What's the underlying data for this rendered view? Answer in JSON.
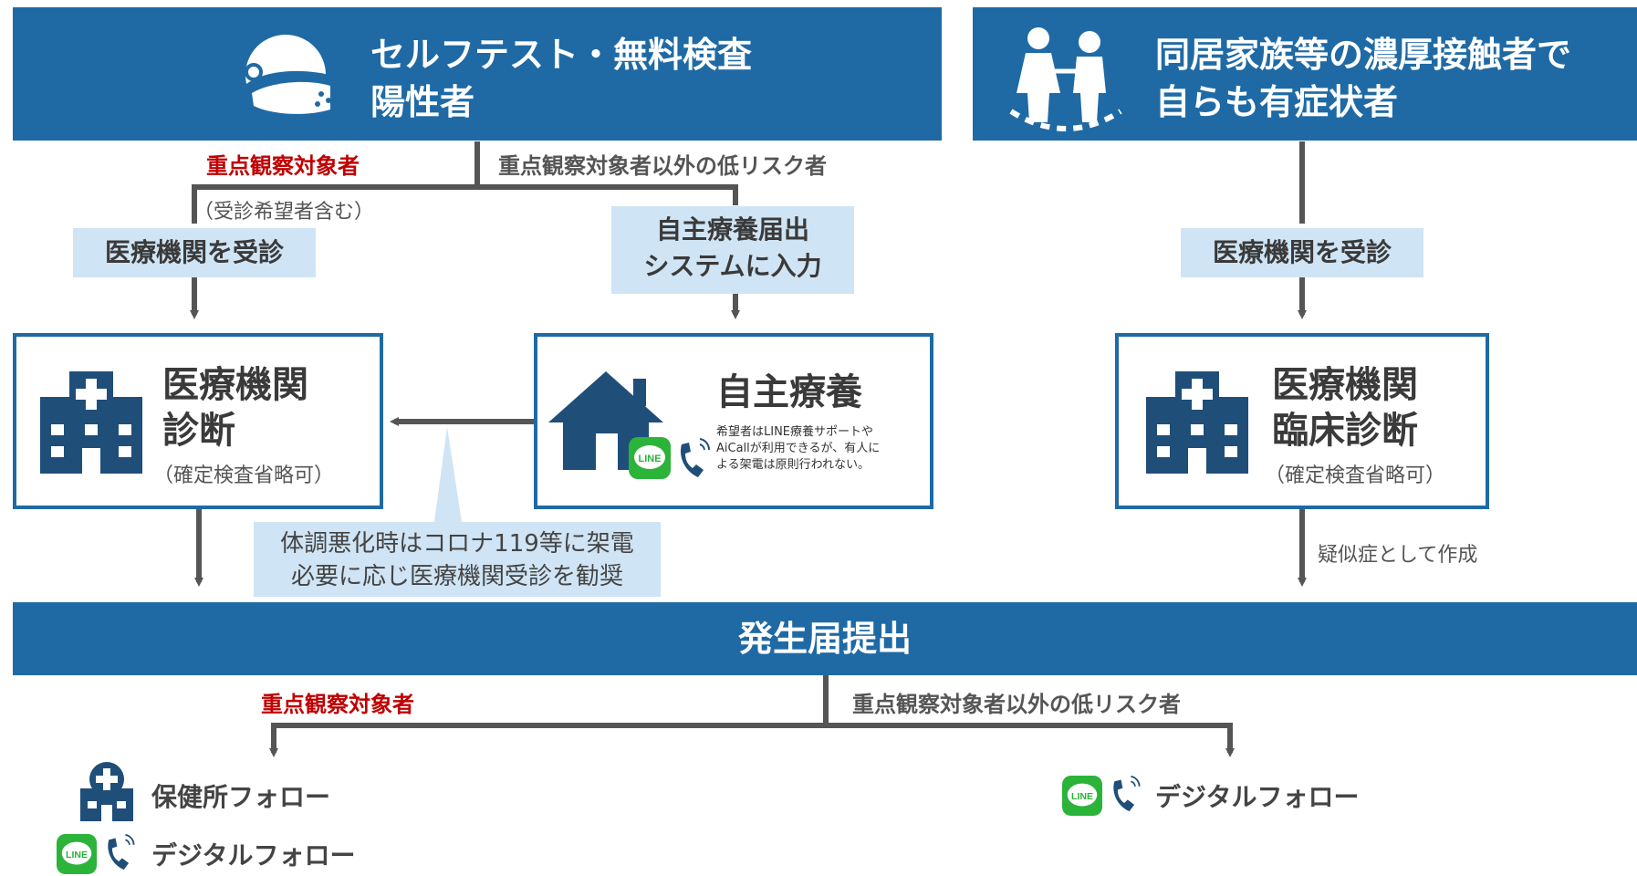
{
  "header_left": {
    "line1": "セルフテスト・無料検査",
    "line2": "陽性者",
    "icon": "masked-person-icon"
  },
  "header_right": {
    "line1": "同居家族等の濃厚接触者で",
    "line2": "自らも有症状者",
    "icon": "family-icon"
  },
  "branch_top": {
    "priority": "重点観察対象者",
    "low_risk": "重点観察対象者以外の低リスク者",
    "note": "（受診希望者含む）"
  },
  "steps": {
    "visit_left": "医療機関を受診",
    "register": {
      "line1": "自主療養届出",
      "line2": "システムに入力"
    },
    "visit_right": "医療機関を受診"
  },
  "box_diagnosis": {
    "line1": "医療機関",
    "line2": "診断",
    "sub": "（確定検査省略可）",
    "icon": "hospital-icon"
  },
  "box_self": {
    "title": "自主療養",
    "note_line1": "希望者はLINE療養サポートや",
    "note_line2": "AiCallが利用できるが、有人に",
    "note_line3": "よる架電は原則行われない。",
    "icons": [
      "house-icon",
      "line-icon",
      "phone-icon"
    ]
  },
  "box_clinical": {
    "line1": "医療機関",
    "line2": "臨床診断",
    "sub": "（確定検査省略可）",
    "icon": "hospital-icon"
  },
  "callout": {
    "line1": "体調悪化時はコロナ119等に架電",
    "line2": "必要に応じ医療機関受診を勧奨"
  },
  "pseudo_label": "疑似症として作成",
  "report_bar": "発生届提出",
  "branch_bottom": {
    "priority": "重点観察対象者",
    "low_risk": "重点観察対象者以外の低リスク者"
  },
  "follow": {
    "health_center": "保健所フォロー",
    "digital_left": "デジタルフォロー",
    "digital_right": "デジタルフォロー"
  },
  "colors": {
    "blue": "#1f6aa5",
    "light_blue": "#cfe4f4",
    "red": "#c00000",
    "arrow": "#555555",
    "line_green": "#2bb33a"
  }
}
